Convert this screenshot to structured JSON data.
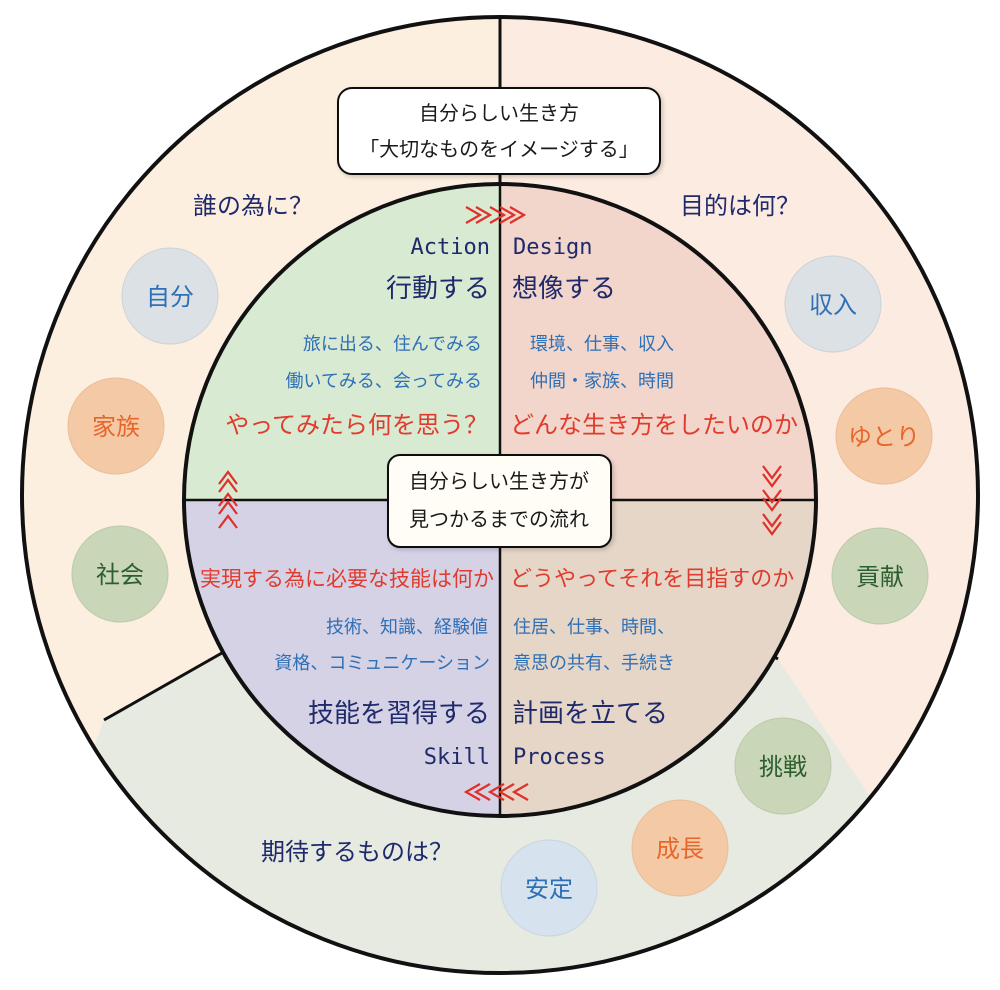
{
  "title_box": {
    "line1": "自分らしい生き方",
    "line2": "「大切なものをイメージする」"
  },
  "center_box": {
    "line1": "自分らしい生き方が",
    "line2": "見つかるまでの流れ"
  },
  "outer_questions": {
    "who": "誰の為に？",
    "purpose": "目的は何？",
    "expect": "期待するものは？"
  },
  "outer_circles": {
    "self": "自分",
    "family": "家族",
    "society": "社会",
    "income": "収入",
    "leeway": "ゆとり",
    "contribution": "貢献",
    "challenge": "挑戦",
    "growth": "成長",
    "stability": "安定"
  },
  "quadrants": {
    "action": {
      "english": "Action",
      "title": "行動する",
      "line1": "旅に出る、住んでみる",
      "line2": "働いてみる、会ってみる",
      "question": "やってみたら何を思う？"
    },
    "design": {
      "english": "Design",
      "title": "想像する",
      "line1": "環境、仕事、収入",
      "line2": "仲間・家族、時間",
      "question": "どんな生き方をしたいのか"
    },
    "skill": {
      "english": "Skill",
      "title": "技能を習得する",
      "line1": "技術、知識、経験値",
      "line2": "資格、コミュニケーション",
      "question": "実現する為に必要な技能は何か"
    },
    "process": {
      "english": "Process",
      "title": "計画を立てる",
      "line1": "住居、仕事、時間、",
      "line2": "意思の共有、手続き",
      "question": "どうやってそれを目指すのか"
    }
  },
  "colors": {
    "outer_left": "#fcefdf",
    "outer_right": "#fcebe0",
    "outer_bottom": "#e6eae1",
    "q_action": "#d9ead3",
    "q_design": "#f3d6cb",
    "q_skill": "#d5d2e6",
    "q_process": "#e6d6c8",
    "navy": "#1f2a6b",
    "blue": "#2e6fb5",
    "red": "#e03b2c",
    "arrow": "#e0302a"
  }
}
